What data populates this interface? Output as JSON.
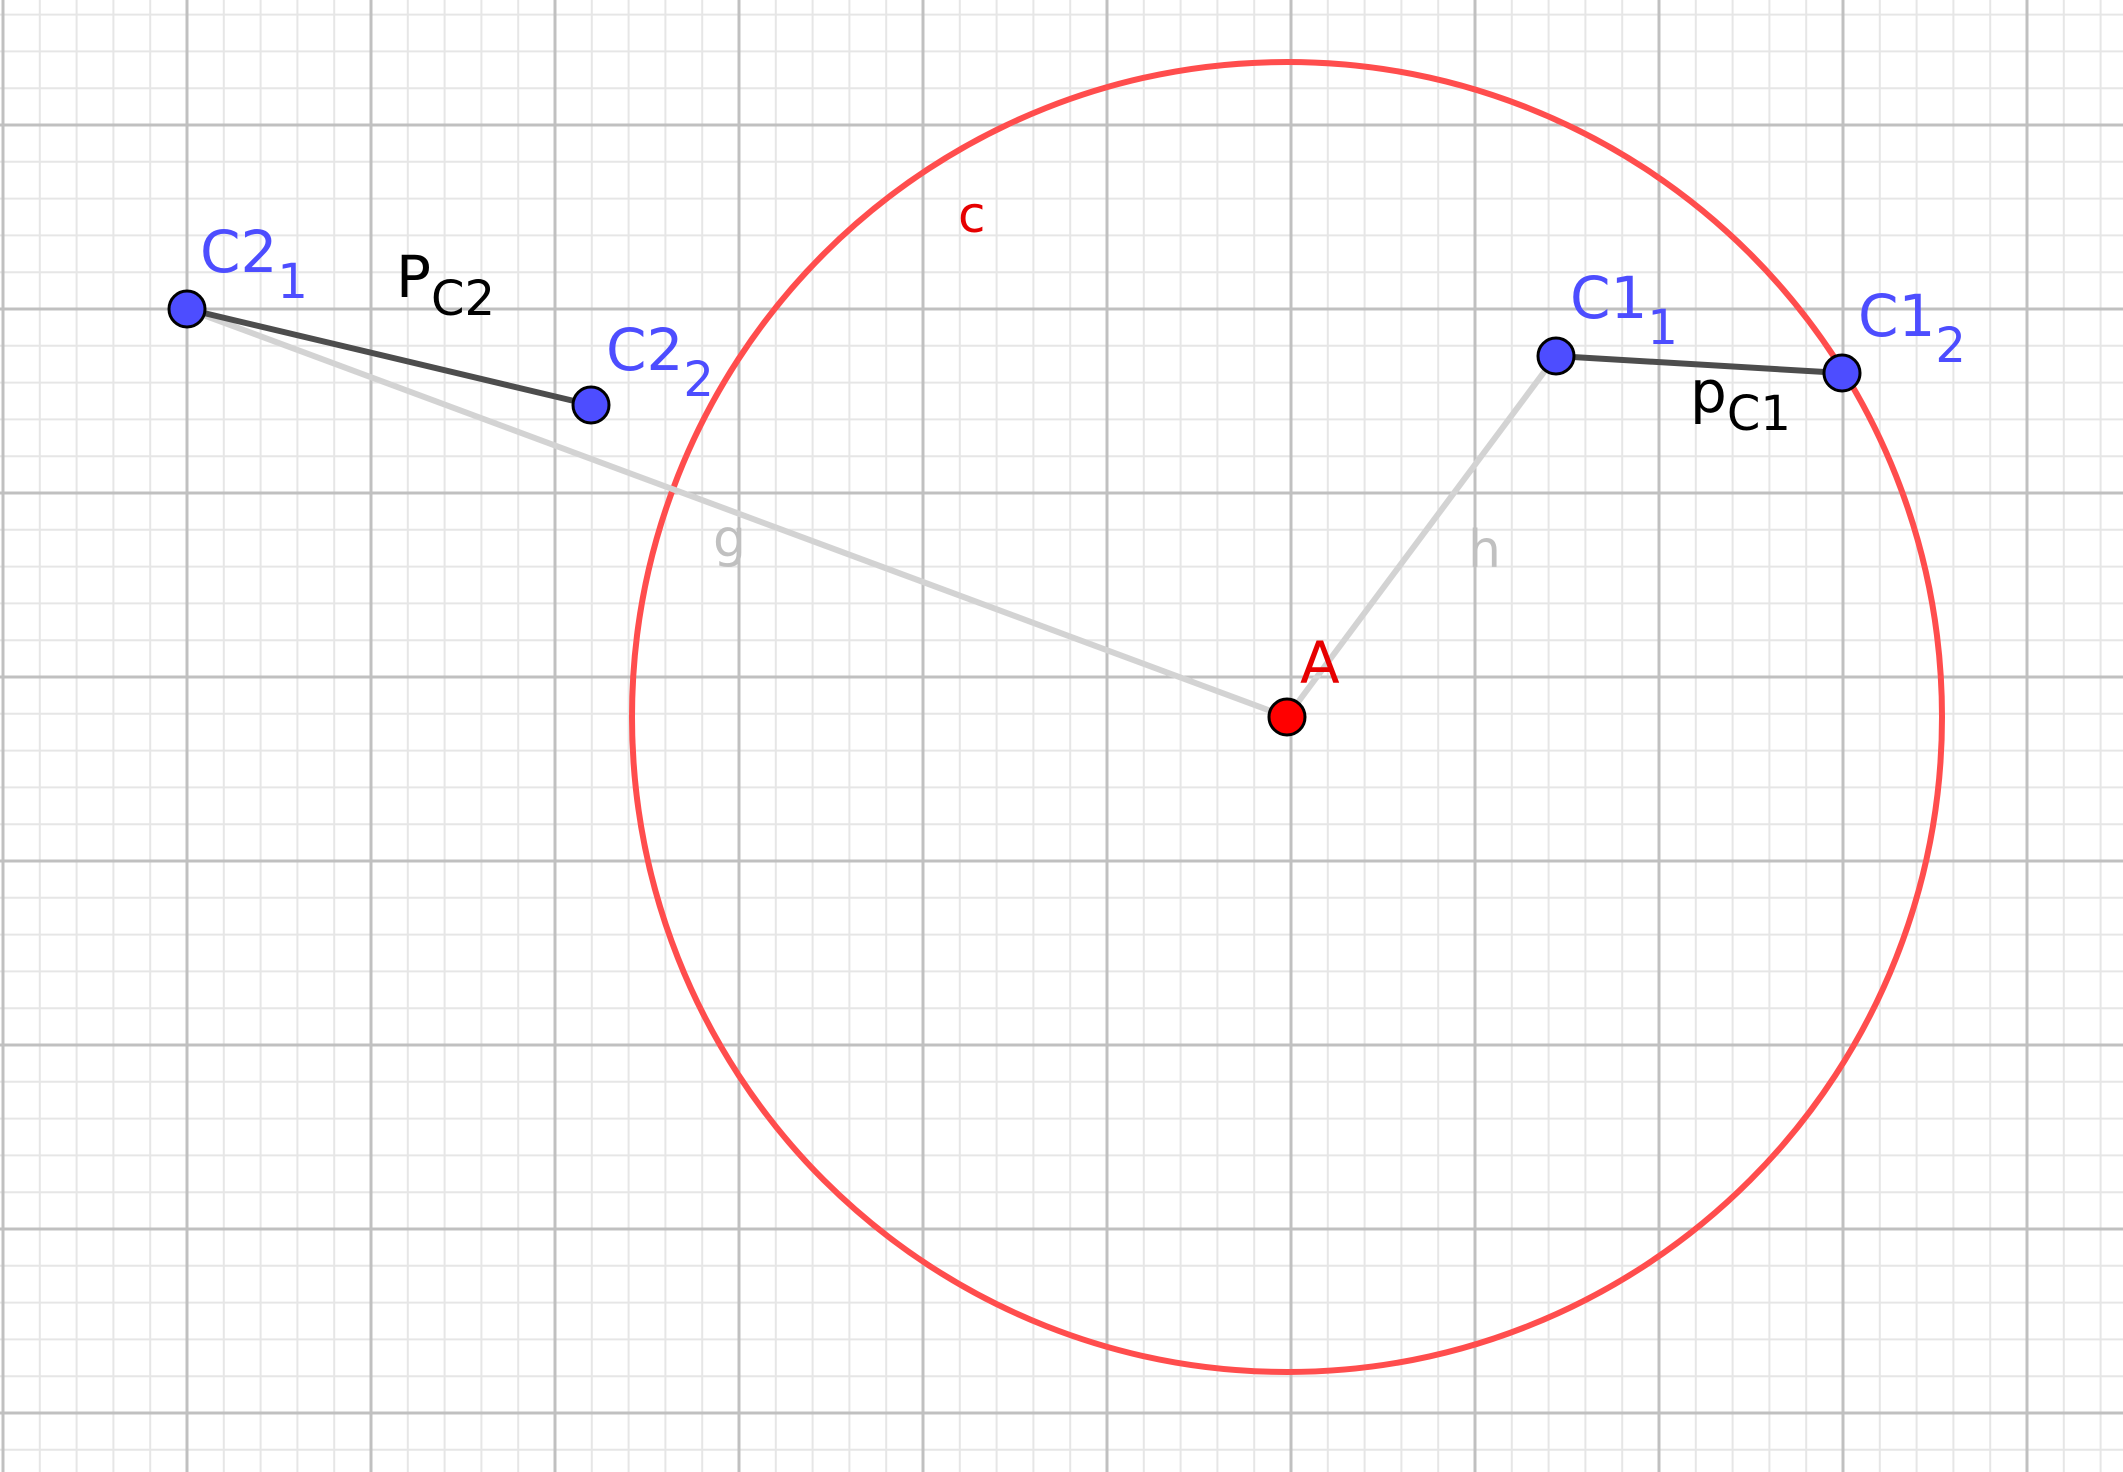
{
  "colors": {
    "minor_grid": "#e6e6e6",
    "major_grid": "#c0c0c0",
    "circle": "#ff4d4d",
    "center_point": "#ff0000",
    "point_fill": "#4d4dff",
    "segment_dark": "#4d4d4d",
    "segment_light": "#d3d3d3",
    "label_blue": "#4d4dff",
    "label_red": "#e60000",
    "label_black": "#000000",
    "label_gray": "#c0c0c0"
  },
  "circle": {
    "name": "c"
  },
  "center": {
    "name": "A"
  },
  "points": [
    {
      "id": "C2_1",
      "base": "C2",
      "sub": "1"
    },
    {
      "id": "C2_2",
      "base": "C2",
      "sub": "2"
    },
    {
      "id": "C1_1",
      "base": "C1",
      "sub": "1"
    },
    {
      "id": "C1_2",
      "base": "C1",
      "sub": "2"
    }
  ],
  "segments": {
    "pc2": {
      "base": "P",
      "sub": "C2"
    },
    "pc1": {
      "base": "p",
      "sub": "C1"
    },
    "g": {
      "label": "g"
    },
    "h": {
      "label": "h"
    }
  }
}
